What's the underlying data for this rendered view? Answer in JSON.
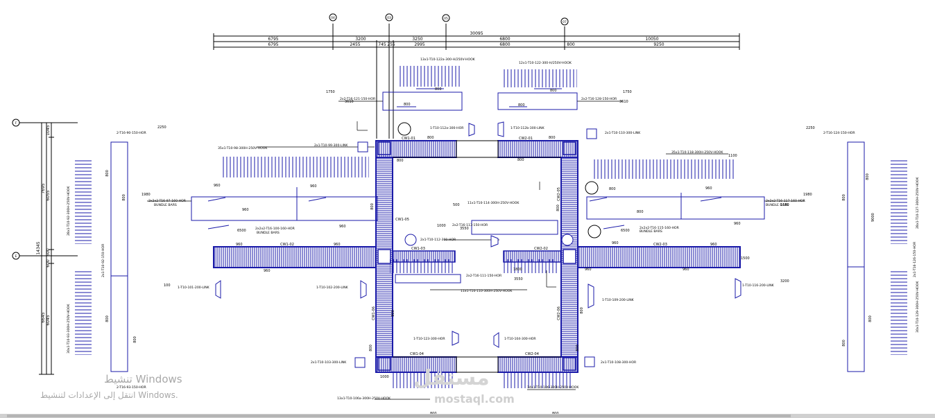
{
  "grid": {
    "col_bubbles": [
      "04",
      "03",
      "05",
      "07"
    ],
    "row_bubbles": [
      "F",
      "E"
    ]
  },
  "dims": {
    "top_total": "30095",
    "top_row1": [
      "6795",
      "3200",
      "3250",
      "6800",
      "10050"
    ],
    "top_row2": [
      "6795",
      "2455",
      "745",
      "255",
      "2995",
      "6800",
      "800",
      "9250"
    ],
    "left_total": "14345",
    "left_a": [
      "7695",
      "6645"
    ],
    "left_b": [
      "1045",
      "6055",
      "600",
      "600",
      "6045"
    ]
  },
  "walls": [
    "CW1-01",
    "CW2-01",
    "CW1-02",
    "CW1-03",
    "CW2-02",
    "CW2-03",
    "CW1-04",
    "CW2-04",
    "CW1-05",
    "CW2-05",
    "CW1-06",
    "CW2-06"
  ],
  "bars": [
    "13x1-T10-122a-300-H/250V-HOOK",
    "12x1-T10-122-300-H/250V-HOOK",
    "2x2-T16-121-150-HOR",
    "2x2-T16-128-150-HOR",
    "1-T10-112a-300-HOR",
    "1-T10-112b-300-LINK",
    "2x1-T10-110-300-LINK",
    "2x1-T10-99-300-LINK",
    "35x1-T10-98-300H-250V-HOOK",
    "35x1-T10-118-300H-250V-HOOK",
    "2x2x2-T16-97-160-HOR",
    "2x2x2-T16-117-160-HOR",
    "BUNDLE BARS",
    "BUNDLE BARS",
    "BUNDLE BARS",
    "BUNDLE BARS",
    "11x1-T10-114-300H-250V-HOOK",
    "2x2-T16-113-150-HOR",
    "2x2x2-T16-100-160-HOR",
    "2x2x2-T16-115-160-HOR",
    "2x1-T10-112-300-HOR",
    "2x2-T16-111-150-HOR",
    "11x1-T10-110-300H-250V-HOOK",
    "1-T10-101-200-LINK",
    "1-T10-102-200-LINK",
    "1-T10-109-200-LINK",
    "1-T10-116-200-LINK",
    "1-T10-123-300-HOR",
    "1-T10-104-300-HOR",
    "2x1-T10-103-300-LINK",
    "2x1-T10-108-300-HOR",
    "2-T16-90-150-HOR",
    "2-T16-124-150-HOR",
    "2-T16-93-150-HOR",
    "14x1-T10-106-300H-250V-HOOK",
    "13x1-T10-106a-300H-250V-HOOK",
    "2x1-T10-92-150-HOR",
    "2x1-T16-126-150-HOR",
    "28x1-T10-92-300H-250V-HOOK",
    "30x1-T10-93-300H-250V-HOOK",
    "28x1-T10-127-300H-250V-HOOK",
    "30x1-T10-129-300H-250V-HOOK"
  ],
  "len": [
    "800",
    "960",
    "1000",
    "1500",
    "1800",
    "1750",
    "1980",
    "2250",
    "6500",
    "9000",
    "500",
    "300",
    "210",
    "410",
    "100",
    "3200",
    "3550",
    "3610",
    "1180",
    "1100"
  ],
  "watermark": {
    "title": "تنشيط Windows",
    "subtitle": "انتقل إلى الإعدادات لتنشيط Windows.",
    "logo": "مستقل",
    "url": "mostaql.com"
  },
  "colors": {
    "rebar": "#1a1aa8",
    "line": "#000000",
    "paper": "#ffffff"
  }
}
